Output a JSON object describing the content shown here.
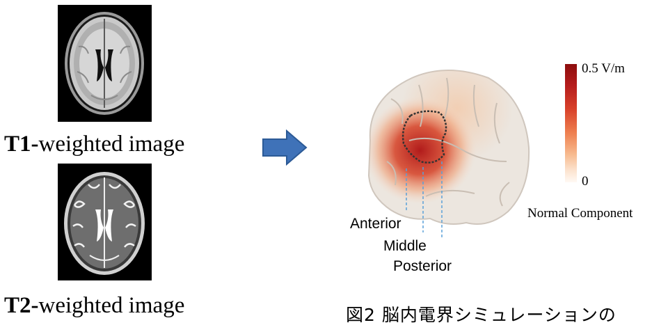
{
  "left_panel": {
    "t1": {
      "prefix": "T1-",
      "suffix": "weighted image"
    },
    "t2": {
      "prefix": "T2-",
      "suffix": "weighted image"
    }
  },
  "brain_panel": {
    "regions": {
      "anterior": "Anterior",
      "middle": "Middle",
      "posterior": "Posterior"
    },
    "colorbar": {
      "max_label": "0.5 V/m",
      "min_label": "0",
      "title": "Normal Component",
      "color_high": "#8c0d0d",
      "color_low": "#fff9f4"
    }
  },
  "figure_caption": "図2 脳内電界シミュレーションの",
  "arrow": {
    "icon": "right-arrow-icon",
    "color": "#3f72b8"
  }
}
